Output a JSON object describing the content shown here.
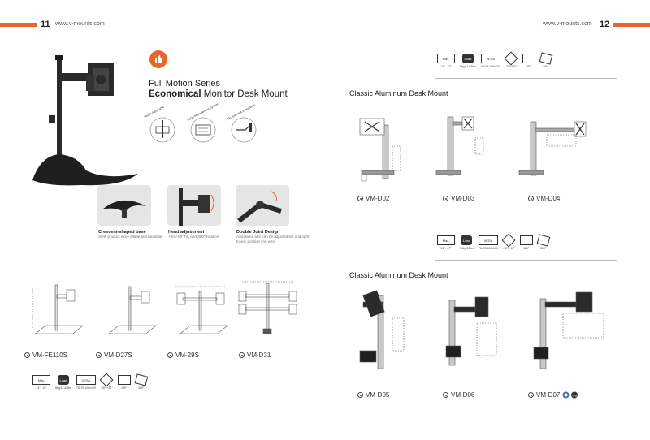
{
  "left_page": {
    "number": "11",
    "site": "www.v-mounts.com",
    "hero": {
      "title": "Full Motion Series",
      "subtitle_bold": "Economical",
      "subtitle_rest": " Monitor Desk Mount"
    },
    "badges": [
      "Height Adjustable",
      "Cable Management System",
      "Tilt, Swivel & Extendable"
    ],
    "features": [
      {
        "title": "Crescent-shaped base",
        "desc": "Steel product more stable and beautiful"
      },
      {
        "title": "Head adjustment",
        "desc": "+90°/-90°Tilt, and 360°Rotation"
      },
      {
        "title": "Double Joint Design",
        "desc": "Articulated arm can be adjusted left and right to any position you want"
      }
    ],
    "models": [
      "VM-FE110S",
      "VM-D27S",
      "VM-29S",
      "VM-D31"
    ],
    "specs": [
      {
        "label": "Max.",
        "value": "13\" - 32\""
      },
      {
        "label": "Load",
        "value": "8kg/17.63lbs"
      },
      {
        "label": "VESA",
        "value": "75x75,100x100"
      },
      {
        "label": "",
        "value": "-90°/+35°"
      },
      {
        "label": "",
        "value": "180°"
      },
      {
        "label": "",
        "value": "360°"
      }
    ]
  },
  "right_page": {
    "number": "12",
    "site": "www.v-mounts.com",
    "section1": {
      "title": "Classic Aluminum Desk Mount",
      "specs": [
        {
          "label": "Max.",
          "value": "13\" - 27\""
        },
        {
          "label": "Load",
          "value": "8kg/17.63lbs"
        },
        {
          "label": "VESA",
          "value": "75x75,100x100"
        },
        {
          "label": "",
          "value": "-20°/+20°"
        },
        {
          "label": "",
          "value": "180°"
        },
        {
          "label": "",
          "value": "360°"
        }
      ],
      "models": [
        "VM-D02",
        "VM-D03",
        "VM-D04"
      ]
    },
    "section2": {
      "title": "Classic Aluminum Desk Mount",
      "specs": [
        {
          "label": "Max.",
          "value": "13\" - 27\""
        },
        {
          "label": "Load",
          "value": "10kg/22lbs"
        },
        {
          "label": "VESA",
          "value": "75x75,100x100"
        },
        {
          "label": "",
          "value": "-15°/+15°"
        },
        {
          "label": "",
          "value": "180°"
        },
        {
          "label": "",
          "value": "360°"
        }
      ],
      "models": [
        "VM-D05",
        "VM-D06",
        "VM-D07"
      ]
    }
  },
  "colors": {
    "accent": "#e8662a",
    "product": "#2a2a2a",
    "aluminum": "#c9c9c9"
  }
}
